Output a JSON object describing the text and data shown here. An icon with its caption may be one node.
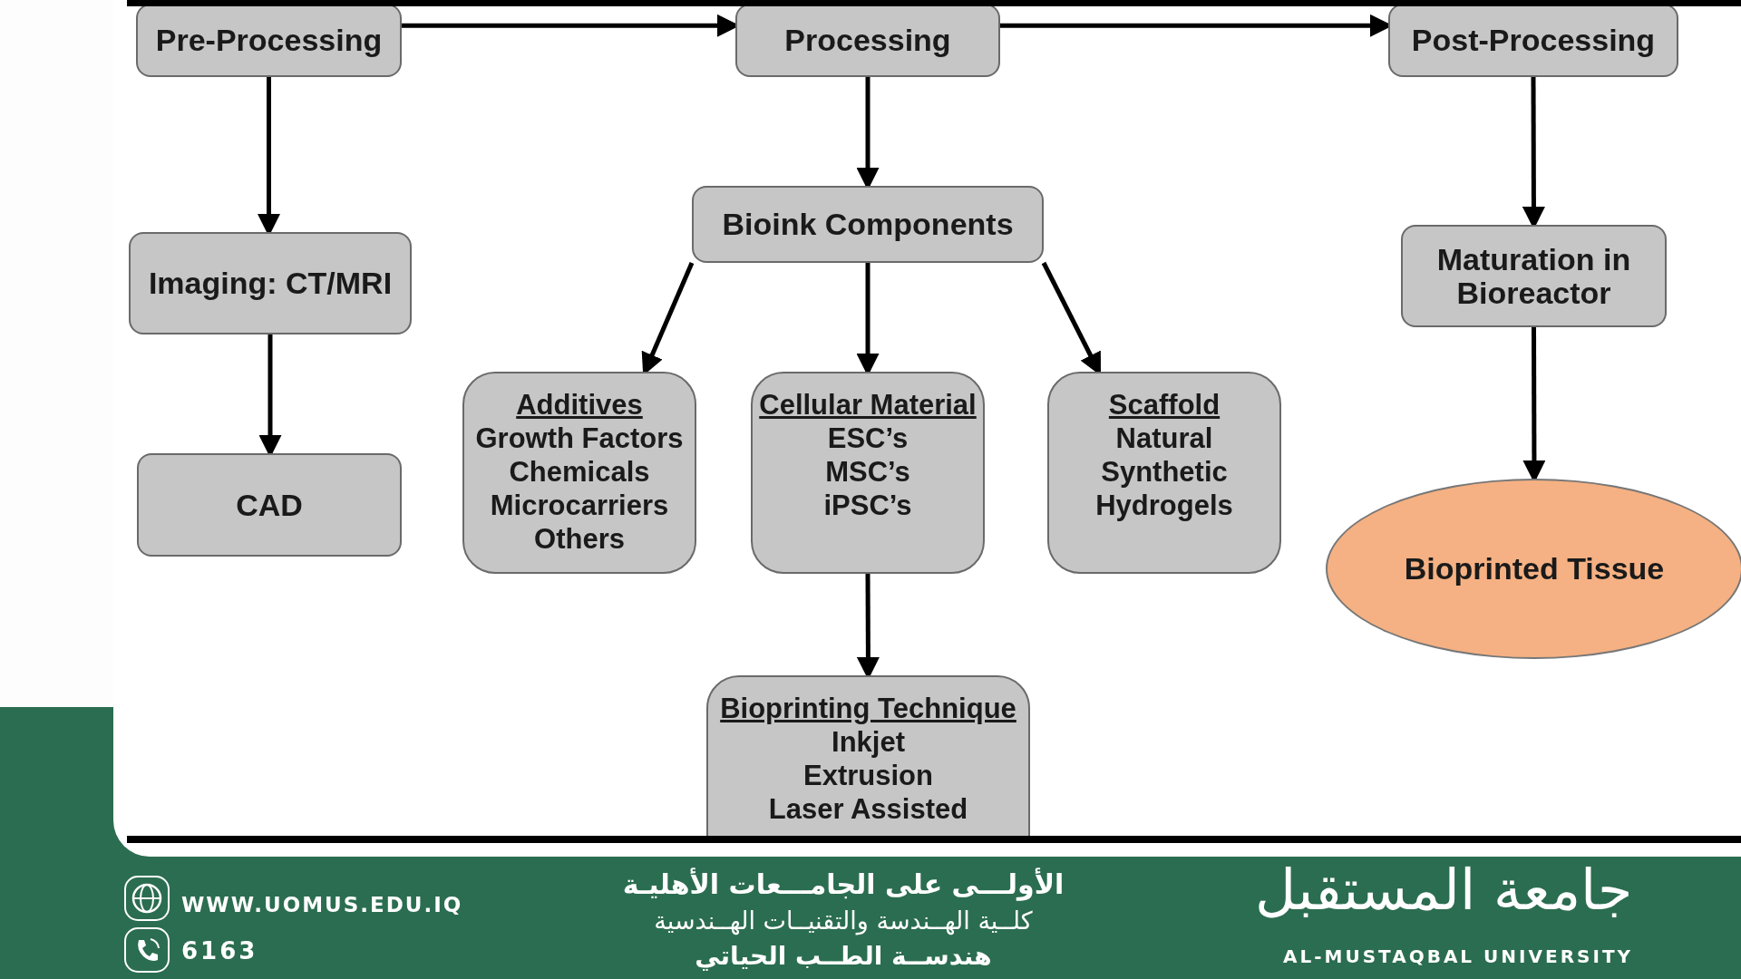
{
  "diagram": {
    "nodes": [
      {
        "text": [
          "Pre-Processing"
        ]
      },
      {
        "text": [
          "Processing"
        ]
      },
      {
        "text": [
          "Post-Processing"
        ]
      },
      {
        "text": [
          "Imaging: CT/MRI"
        ]
      },
      {
        "text": [
          "CAD"
        ]
      },
      {
        "text": [
          "Bioink Components"
        ]
      },
      {
        "text": [
          "Additives",
          "Growth Factors",
          "Chemicals",
          "Microcarriers",
          "Others"
        ]
      },
      {
        "text": [
          "Cellular Material",
          "ESC’s",
          "MSC’s",
          "iPSC’s"
        ]
      },
      {
        "text": [
          "Scaffold",
          "Natural",
          "Synthetic",
          "Hydrogels"
        ]
      },
      {
        "text": [
          "Bioprinting Technique",
          "Inkjet",
          "Extrusion",
          "Laser Assisted"
        ]
      },
      {
        "text": [
          "Maturation in Bioreactor"
        ]
      },
      {
        "text": [
          "Bioprinted Tissue"
        ]
      }
    ],
    "edges": [
      {
        "from": 0,
        "to": 1,
        "arrow": "to"
      },
      {
        "from": 1,
        "to": 2,
        "arrow": "to"
      },
      {
        "from": 0,
        "to": 3,
        "arrow": "to"
      },
      {
        "from": 3,
        "to": 4,
        "arrow": "to"
      },
      {
        "from": 1,
        "to": 5,
        "arrow": "to"
      },
      {
        "from": 5,
        "to": 6,
        "arrow": "to"
      },
      {
        "from": 5,
        "to": 7,
        "arrow": "to"
      },
      {
        "from": 5,
        "to": 8,
        "arrow": "to"
      },
      {
        "from": 7,
        "to": 9,
        "arrow": "to"
      },
      {
        "from": 2,
        "to": 10,
        "arrow": "to"
      },
      {
        "from": 10,
        "to": 11,
        "arrow": "to"
      }
    ],
    "labels": [
      "WWW.UOMUS.EDU.IQ",
      "6163",
      "الأولـــى على الجامـــعات الأهليـة",
      "كلــية الهــندسة والتقنيــات الهــندسية",
      "هندســة الطــب الحياتي",
      "جامعة المستقبل",
      "AL-MUSTAQBAL UNIVERSITY"
    ]
  }
}
